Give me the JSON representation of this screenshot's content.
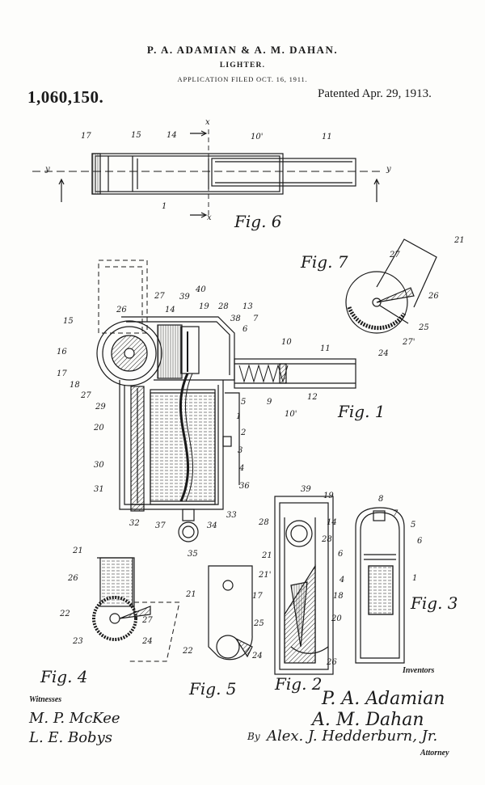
{
  "header": {
    "inventors_line": "P. A. ADAMIAN & A. M. DAHAN.",
    "title": "LIGHTER.",
    "application": "APPLICATION FILED OCT. 16, 1911.",
    "patent_number": "1,060,150.",
    "patented": "Patented Apr. 29, 1913."
  },
  "figures": {
    "fig1": "Fig. 1",
    "fig2": "Fig. 2",
    "fig3": "Fig. 3",
    "fig4": "Fig. 4",
    "fig5": "Fig. 5",
    "fig6": "Fig. 6",
    "fig7": "Fig. 7"
  },
  "fig6_labels": {
    "x_top": "x",
    "x_bottom": "x",
    "y_left": "y",
    "y_right": "y",
    "n17": "17",
    "n15": "15",
    "n14": "14",
    "n10p": "10'",
    "n11": "11",
    "n1": "1"
  },
  "fig7_labels": {
    "n21": "21",
    "n27": "27",
    "n26": "26",
    "n25": "25",
    "n27p": "27'",
    "n24": "24"
  },
  "fig1_labels": {
    "n27": "27",
    "n39": "39",
    "n40": "40",
    "n19": "19",
    "n28": "28",
    "n13": "13",
    "n26": "26",
    "n14": "14",
    "n38": "38",
    "n7": "7",
    "n6": "6",
    "n10": "10",
    "n11": "11",
    "n15": "15",
    "n16": "16",
    "n17": "17",
    "n18": "18",
    "n27b": "27",
    "n29": "29",
    "n20": "20",
    "n5": "5",
    "n9": "9",
    "n12": "12",
    "n10p": "10'",
    "n1": "1",
    "n2": "2",
    "n3": "3",
    "n4": "4",
    "n30": "30",
    "n31": "31",
    "n36": "36",
    "n33": "33",
    "n32": "32",
    "n37": "37",
    "n34": "34",
    "n35": "35"
  },
  "fig2_labels": {
    "n39": "39",
    "n19": "19",
    "n28": "28",
    "n14": "14",
    "n28b": "28",
    "n21": "21",
    "n17": "17",
    "n18": "18",
    "n25": "25",
    "n20": "20",
    "n26": "26"
  },
  "fig3_labels": {
    "n8": "8",
    "n7": "7",
    "n5": "5",
    "n6": "6",
    "n6b": "6",
    "n4": "4",
    "n1": "1"
  },
  "fig4_labels": {
    "n21": "21",
    "n26": "26",
    "n22": "22",
    "n27": "27",
    "n23": "23",
    "n24": "24"
  },
  "fig5_labels": {
    "n21p": "21'",
    "n21": "21",
    "n22": "22",
    "n24": "24"
  },
  "footer": {
    "inventors_label": "Inventors",
    "witnesses_label": "Witnesses",
    "witness1": "M. P. McKee",
    "witness2": "L. E. Bobys",
    "inventor1": "P. A. Adamian",
    "inventor2": "A. M. Dahan",
    "by": "By",
    "attorney_name": "Alex. J. Hedderburn, Jr.",
    "attorney_label": "Attorney"
  }
}
